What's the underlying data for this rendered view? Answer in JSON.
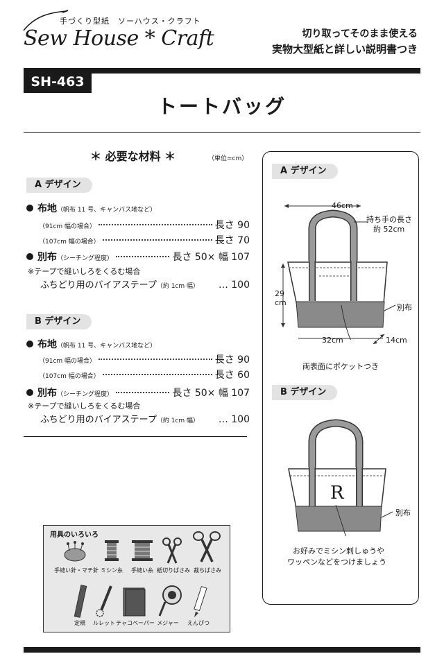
{
  "header": {
    "brand_tagline": "手づくり型紙　ソーハウス・クラフト",
    "brand_logo": "Sew House * Craft",
    "tagline_1": "切り取ってそのまま使える",
    "tagline_2": "実物大型紙と詳しい説明書つき",
    "product_code": "SH-463",
    "title": "トートバッグ"
  },
  "materials": {
    "heading": "＊ 必要な材料 ＊",
    "unit": "（単位=cm）",
    "designs": [
      {
        "name": "A デザイン",
        "fabric_label": "布地",
        "fabric_note": "（帆布 11 号、キャンバス地など）",
        "fabric_rows": [
          {
            "label": "（91cm 幅の場合）",
            "value": "長さ 90"
          },
          {
            "label": "（107cm 幅の場合）",
            "value": "長さ 70"
          }
        ],
        "accent_label": "別布",
        "accent_note": "（シーチング程度）",
        "accent_value": "長さ 50× 幅 107",
        "tape_note": "※テープで縫いしろをくるむ場合",
        "tape_label": "ふちどり用のバイアステープ",
        "tape_note_small": "（約 1cm 幅）",
        "tape_value": "… 100"
      },
      {
        "name": "B デザイン",
        "fabric_label": "布地",
        "fabric_note": "（帆布 11 号、キャンバス地など）",
        "fabric_rows": [
          {
            "label": "（91cm 幅の場合）",
            "value": "長さ 90"
          },
          {
            "label": "（107cm 幅の場合）",
            "value": "長さ 60"
          }
        ],
        "accent_label": "別布",
        "accent_note": "（シーチング程度）",
        "accent_value": "長さ 50× 幅 107",
        "tape_note": "※テープで縫いしろをくるむ場合",
        "tape_label": "ふちどり用のバイアステープ",
        "tape_note_small": "（約 1cm 幅）",
        "tape_value": "… 100"
      }
    ]
  },
  "tools": {
    "title": "用具のいろいろ",
    "items": [
      {
        "label": "手縫い針・マチ針",
        "icon": "pincushion-icon"
      },
      {
        "label": "ミシン糸",
        "icon": "sewing-thread-icon"
      },
      {
        "label": "手縫い糸",
        "icon": "hand-thread-icon"
      },
      {
        "label": "紙切りばさみ",
        "icon": "paper-scissors-icon"
      },
      {
        "label": "裁ちばさみ",
        "icon": "fabric-shears-icon"
      },
      {
        "label": "定規",
        "icon": "ruler-icon"
      },
      {
        "label": "ルレット",
        "icon": "tracing-wheel-icon"
      },
      {
        "label": "チャコペーパー",
        "icon": "chalk-paper-icon"
      },
      {
        "label": "メジャー",
        "icon": "tape-measure-icon"
      },
      {
        "label": "えんぴつ",
        "icon": "pencil-icon"
      }
    ]
  },
  "diagram": {
    "design_a": {
      "label": "A デザイン",
      "width": "46cm",
      "handle": "持ち手の長さ",
      "handle_length": "約 52cm",
      "height": "29",
      "height_unit": "cm",
      "accent": "別布",
      "bottom_width": "32cm",
      "depth": "14cm",
      "pocket": "両表面にポケットつき"
    },
    "design_b": {
      "label": "B デザイン",
      "monogram": "R",
      "accent": "別布",
      "note_1": "お好みでミシン刺しゅうや",
      "note_2": "ワッペンなどをつけましょう"
    }
  }
}
